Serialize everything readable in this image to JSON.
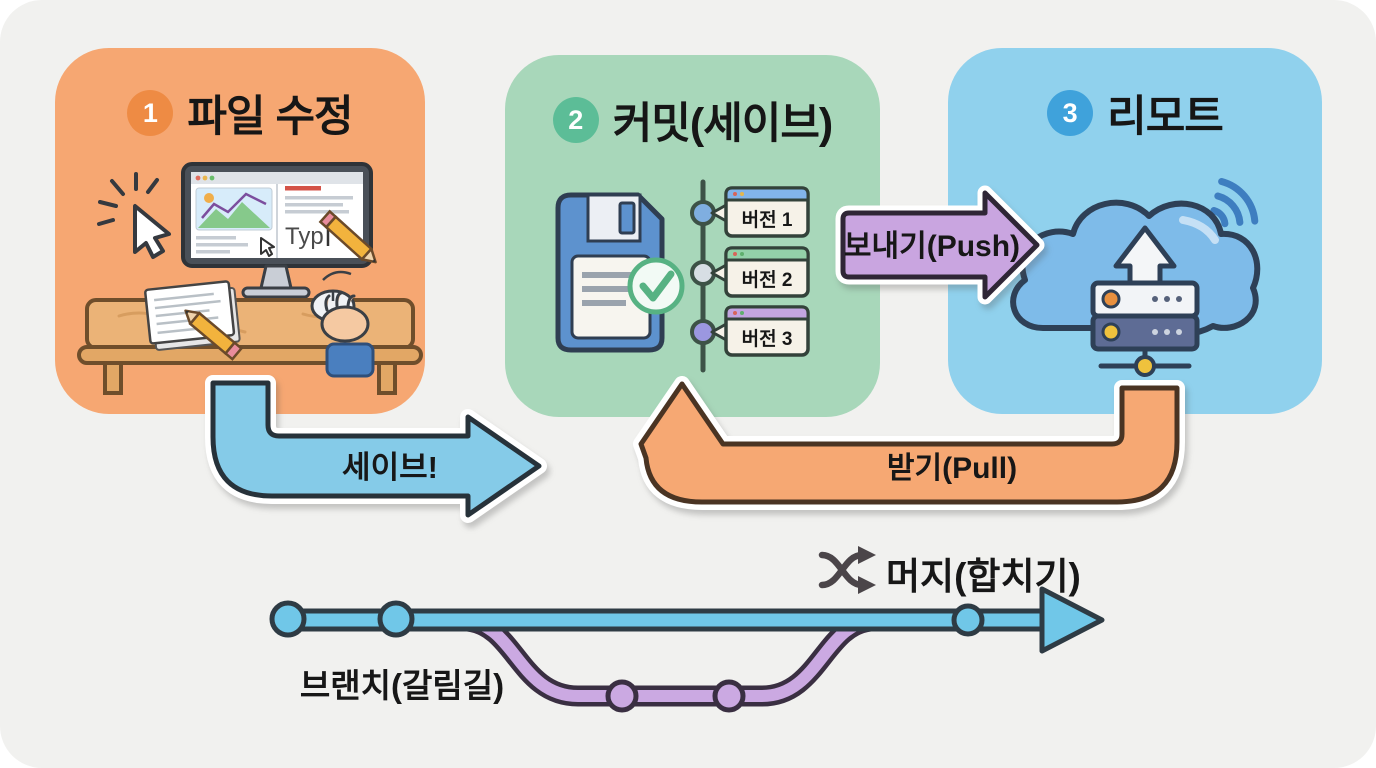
{
  "panels": [
    {
      "number": "1",
      "title": "파일 수정"
    },
    {
      "number": "2",
      "title": "커밋(세이브)",
      "versions": [
        "버전 1",
        "버전 2",
        "버전 3"
      ]
    },
    {
      "number": "3",
      "title": "리모트"
    }
  ],
  "arrows": {
    "save": {
      "label": "세이브!"
    },
    "push": {
      "label": "보내기(Push)"
    },
    "pull": {
      "label": "받기(Pull)"
    }
  },
  "merge_label": "머지(합치기)",
  "branch_label": "브랜치(갈림길)",
  "monitor_text": "Typ",
  "colors": {
    "background": "#F1F1EF",
    "panel_edit": "#F6A772",
    "badge_edit": "#EE8B44",
    "panel_commit": "#A8D7BA",
    "badge_commit": "#5CBD97",
    "panel_remote": "#90D1ED",
    "badge_remote": "#3FA2DB",
    "arrow_save": "#85CBE8",
    "arrow_push": "#C9A5E0",
    "arrow_pull": "#F6A873",
    "branch_main": "#70C7E8",
    "branch_alt": "#CBA9E2"
  }
}
